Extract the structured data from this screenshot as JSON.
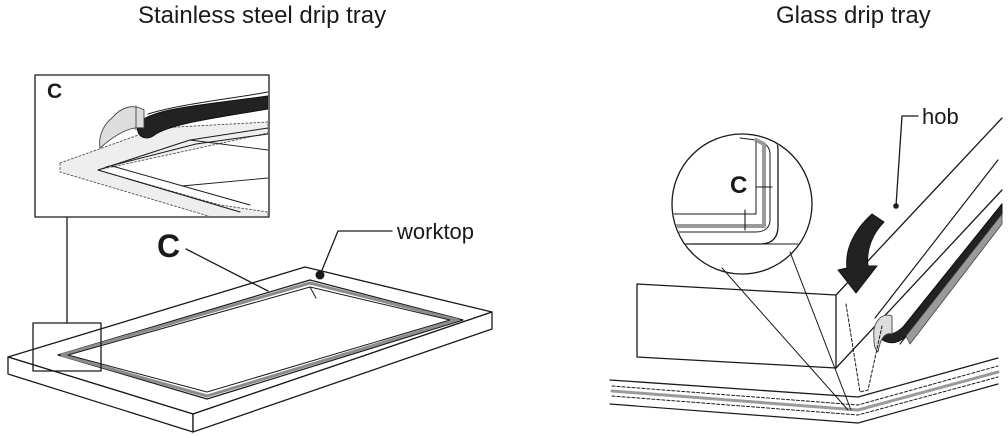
{
  "titles": {
    "left": "Stainless steel drip tray",
    "right": "Glass drip tray"
  },
  "labels": {
    "c_inset": "C",
    "c_main": "C",
    "worktop": "worktop",
    "hob": "hob",
    "c_circle": "C"
  },
  "colors": {
    "line": "#1a1a1a",
    "seal_dark": "#222222",
    "seal_grey": "#9a9a9a",
    "seal_light": "#d9d9d9"
  }
}
